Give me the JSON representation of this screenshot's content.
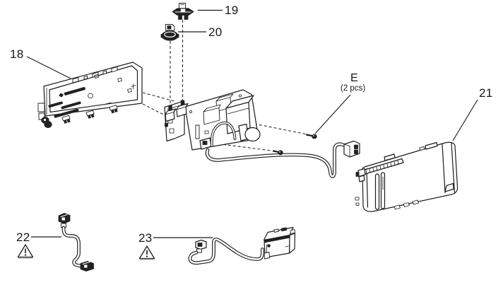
{
  "diagram": {
    "background": "#ffffff",
    "line_color": "#1c1c1c",
    "label_color": "#15181d"
  },
  "labels": {
    "part18": "18",
    "part19": "19",
    "part20": "20",
    "part21": "21",
    "part22": "22",
    "part23": "23",
    "screws_ref": "E",
    "screws_qty": "(2 pcs)"
  },
  "icons": {
    "warning_triangle": "warning-triangle",
    "screw": "screw"
  }
}
